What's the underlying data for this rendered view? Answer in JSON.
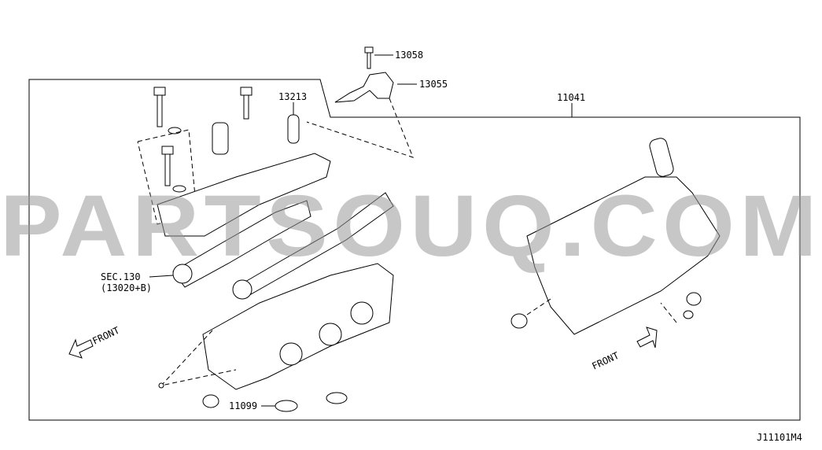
{
  "diagram_code": "J11101M4",
  "watermark": "PARTSOUQ.COM",
  "callouts": {
    "bolt": "13058",
    "bracket": "13055",
    "dowel": "13213",
    "cylinder_head": "11041",
    "sec_ref": "SEC.130",
    "sec_sub": "(13020+B)",
    "seal": "11099"
  },
  "front_left": "FRONT",
  "front_right": "FRONT"
}
